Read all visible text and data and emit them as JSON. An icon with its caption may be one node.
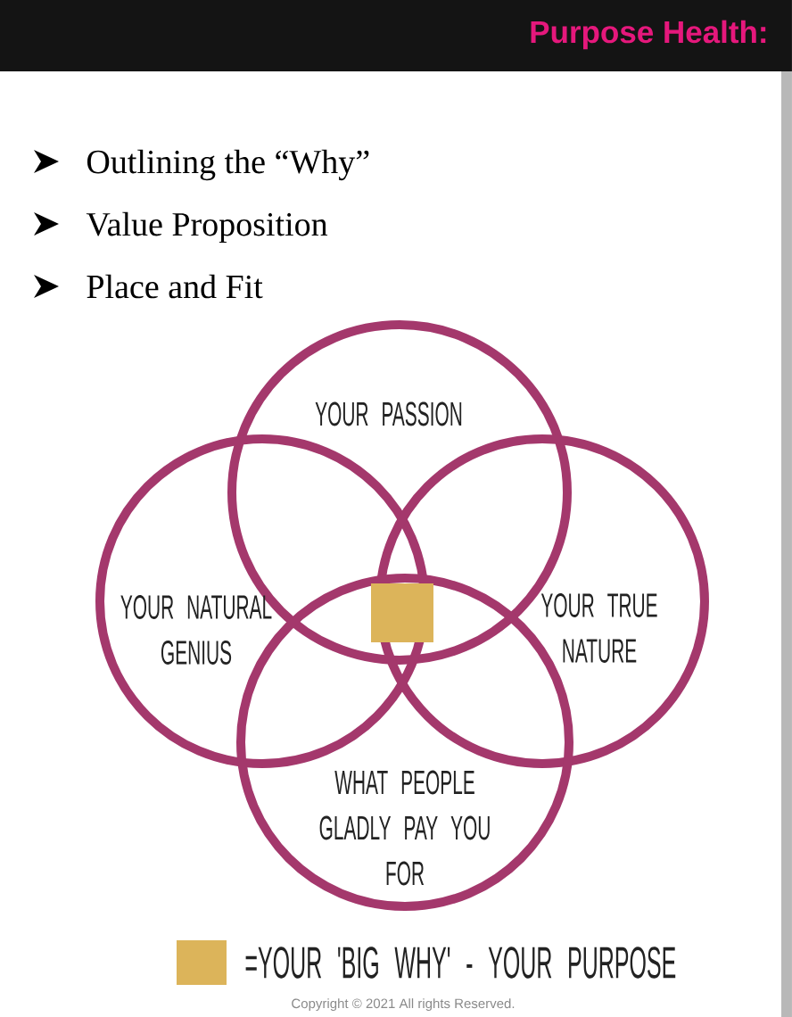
{
  "diagram": {
    "title": "Purpose Health:",
    "nodes": [
      {
        "text": [
          "YOUR PASSION"
        ]
      },
      {
        "text": [
          "YOUR NATURAL GENIUS"
        ]
      },
      {
        "text": [
          "YOUR TRUE NATURE"
        ]
      },
      {
        "text": [
          "WHAT PEOPLE GLADLY PAY YOU FOR"
        ]
      }
    ],
    "labels": [
      "Outlining the “Why”",
      "Value Proposition",
      "Place and Fit",
      "Copyright © 2021 All rights Reserved."
    ],
    "legend": [
      {
        "text": "=YOUR 'BIG WHY' - YOUR PURPOSE",
        "color": "#dcb45a"
      }
    ]
  }
}
